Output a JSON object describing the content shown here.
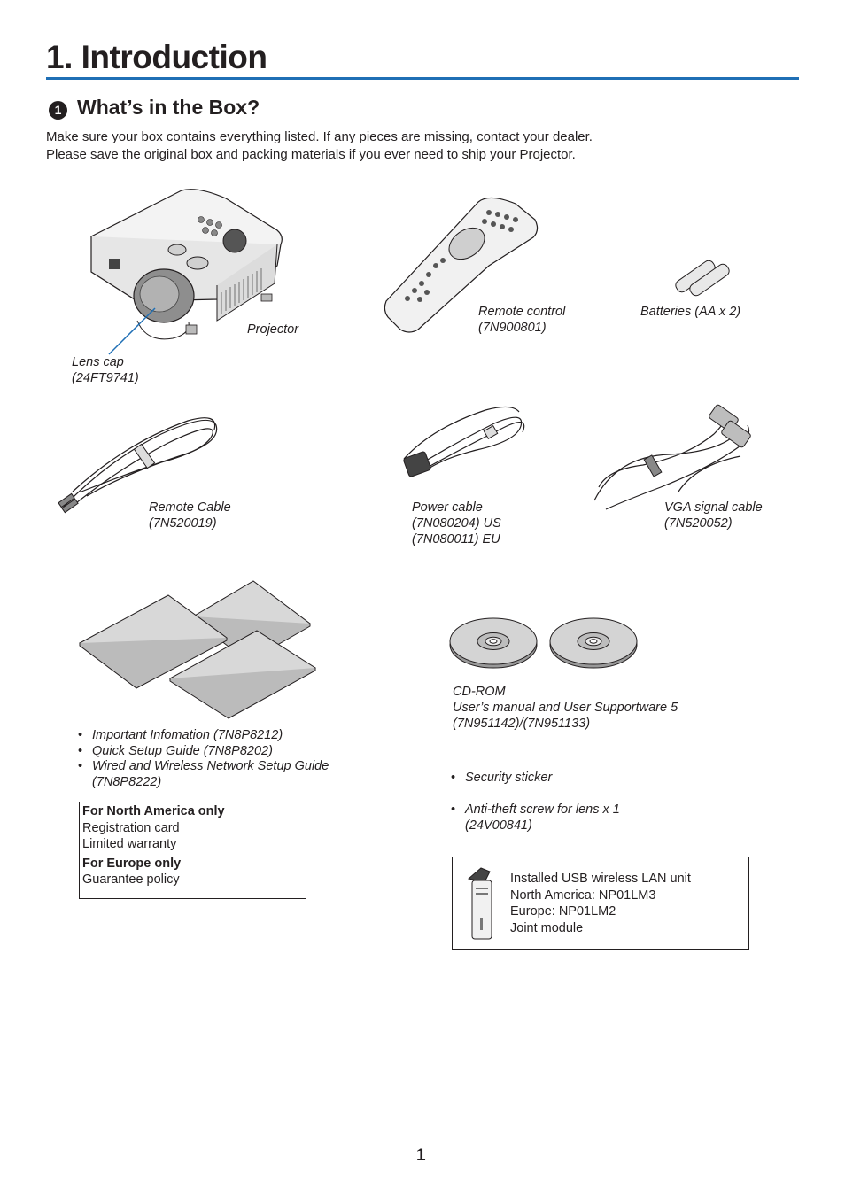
{
  "heading": {
    "title": "1. Introduction",
    "section_number": "1",
    "section_title": "What’s in the Box?"
  },
  "intro": {
    "line1": "Make sure your box contains everything listed. If any pieces are missing, contact your dealer.",
    "line2": "Please save the original box and packing materials if you ever need to ship your Projector."
  },
  "items": {
    "projector": "Projector",
    "lens_cap": {
      "name": "Lens cap",
      "code": "(24FT9741)"
    },
    "remote_control": {
      "name": "Remote control",
      "code": "(7N900801)"
    },
    "batteries": "Batteries (AA x 2)",
    "remote_cable": {
      "name": "Remote Cable",
      "code": "(7N520019)"
    },
    "power_cable": {
      "name": "Power cable",
      "code_us": "(7N080204) US",
      "code_eu": "(7N080011) EU"
    },
    "vga_cable": {
      "name": "VGA signal cable",
      "code": "(7N520052)"
    },
    "cd_rom": {
      "name": "CD-ROM",
      "desc": "User’s manual and User Supportware 5",
      "code": "(7N951142)/(7N951133)"
    }
  },
  "documents": [
    "Important Infomation (7N8P8212)",
    "Quick Setup Guide (7N8P8202)",
    "Wired and Wireless Network Setup Guide",
    "(7N8P8222)"
  ],
  "bullet_symbol": "•",
  "region_box": {
    "na_heading": "For North America only",
    "na_items": [
      "Registration card",
      "Limited warranty"
    ],
    "eu_heading": "For Europe only",
    "eu_items": [
      "Guarantee policy"
    ]
  },
  "extras": {
    "security_sticker": "Security sticker",
    "anti_theft": "Anti-theft screw for lens x 1",
    "anti_theft_code": "(24V00841)"
  },
  "usb_box": {
    "lines": [
      "Installed USB wireless LAN unit",
      "North America: NP01LM3",
      "Europe: NP01LM2",
      "Joint module"
    ]
  },
  "page_number": "1",
  "colors": {
    "accent_rule": "#1f6fb5",
    "text": "#231f20"
  }
}
